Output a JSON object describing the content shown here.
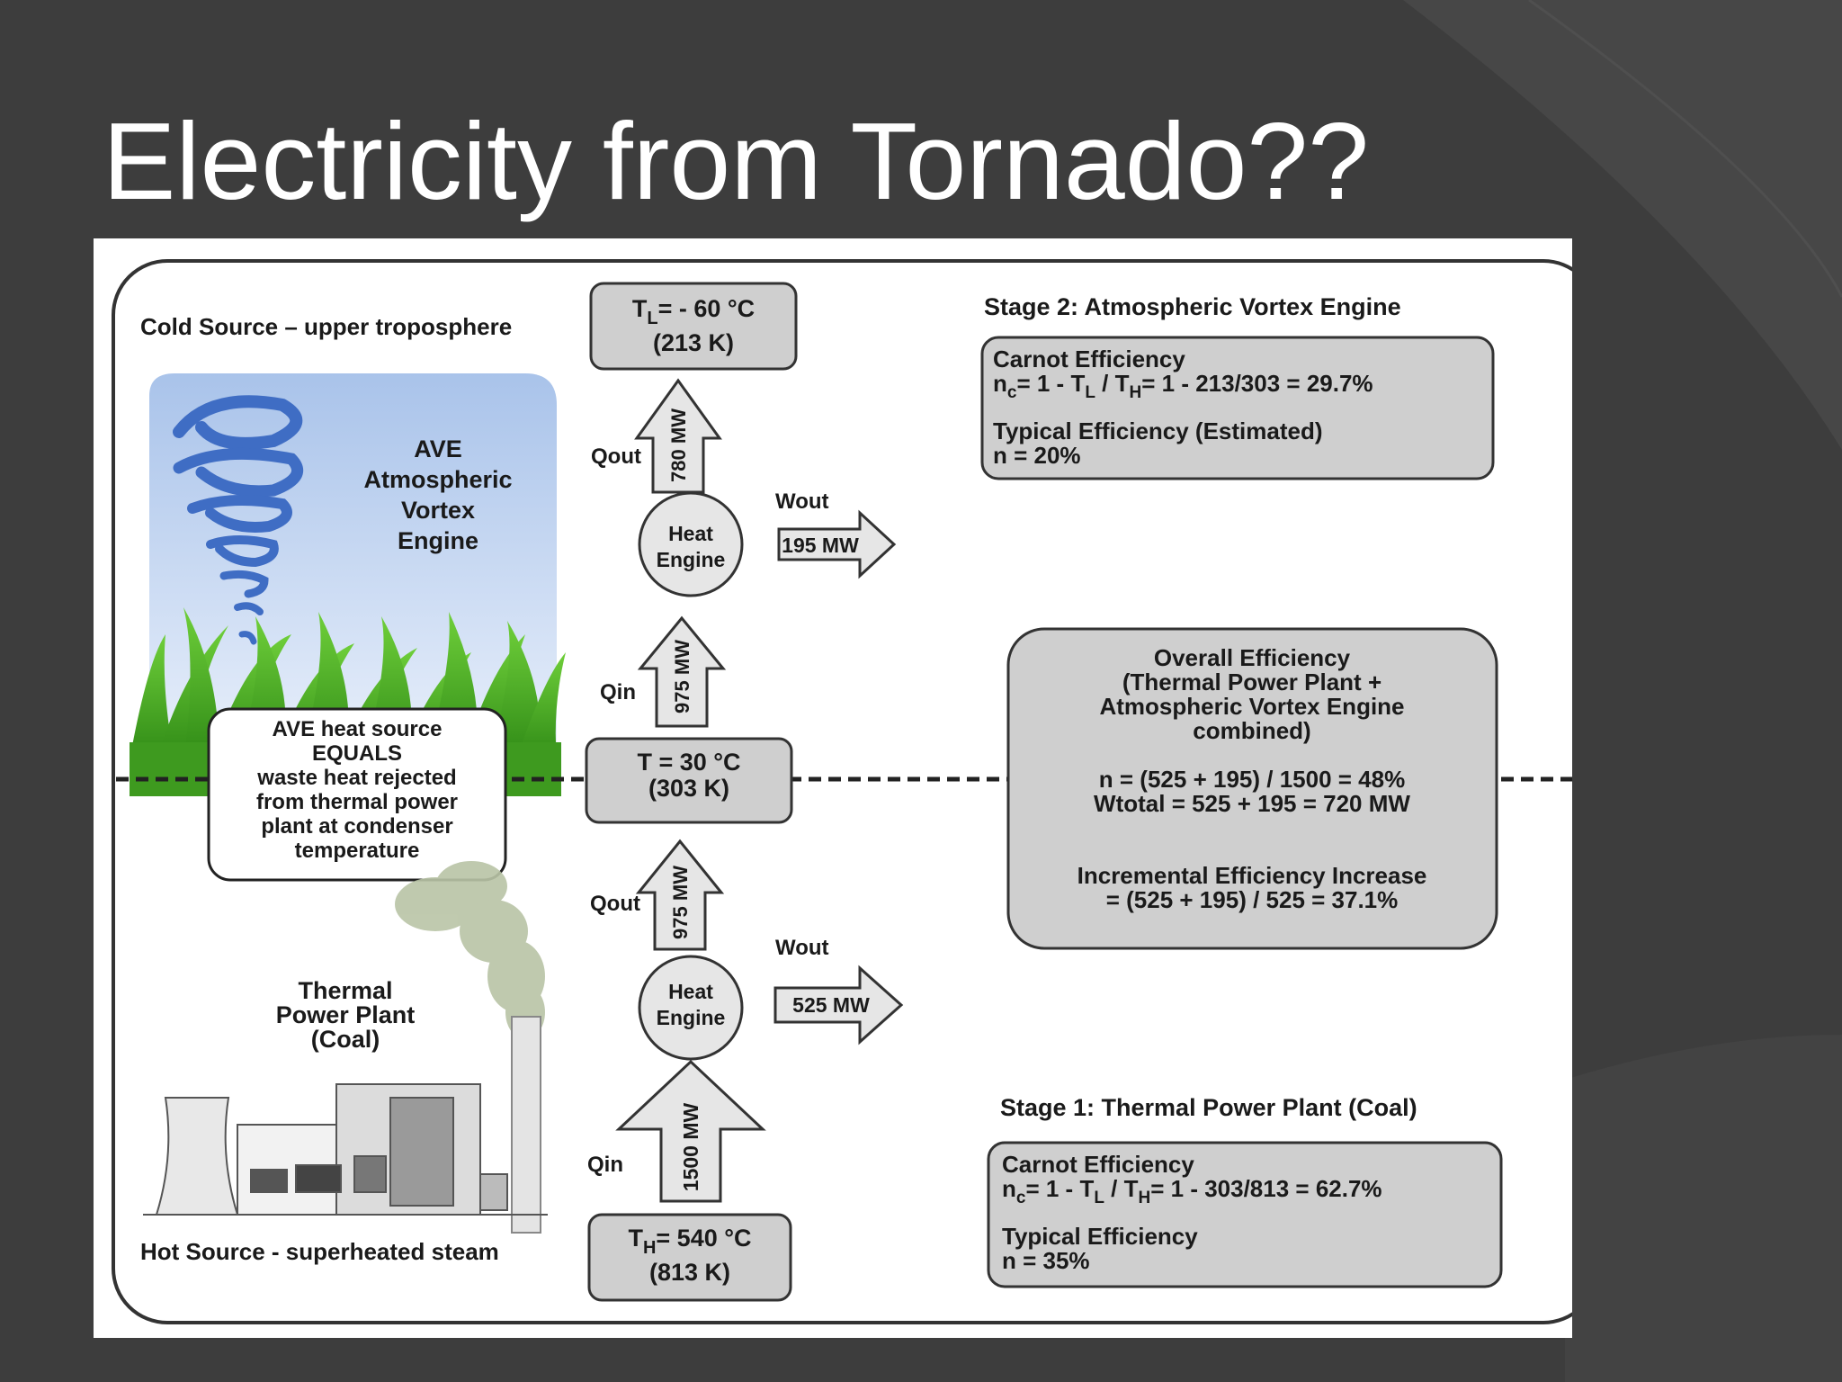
{
  "slide": {
    "title": "Electricity from Tornado??"
  },
  "diagram": {
    "cold_source_label": "Cold Source – upper troposphere",
    "hot_source_label": "Hot Source - superheated steam",
    "ave_label": [
      "AVE",
      "Atmospheric",
      "Vortex",
      "Engine"
    ],
    "thermal_plant_label": [
      "Thermal",
      "Power Plant",
      "(Coal)"
    ],
    "heat_source_note": [
      "AVE heat source",
      "EQUALS",
      "waste heat rejected",
      "from thermal power",
      "plant at condenser",
      "temperature"
    ],
    "temp_cold": {
      "symbol": "T",
      "sub": "L",
      "rest": "= - 60 °C",
      "kelvin": "(213 K)"
    },
    "temp_mid": {
      "line1": "T = 30 °C",
      "line2": "(303 K)"
    },
    "temp_hot": {
      "symbol": "T",
      "sub": "H",
      "rest": "= 540 °C",
      "kelvin": "(813 K)"
    },
    "stage2": {
      "qout_label": "Qout",
      "qout_value": "780 MW",
      "qin_label": "Qin",
      "qin_value": "975 MW",
      "engine_line1": "Heat",
      "engine_line2": "Engine",
      "wout_label": "Wout",
      "wout_value": "195 MW"
    },
    "stage1": {
      "qout_label": "Qout",
      "qout_value": "975 MW",
      "qin_label": "Qin",
      "qin_value": "1500 MW",
      "engine_line1": "Heat",
      "engine_line2": "Engine",
      "wout_label": "Wout",
      "wout_value": "525 MW"
    },
    "stage2_panel": {
      "heading": "Stage 2: Atmospheric Vortex Engine",
      "carnot_title": "Carnot Efficiency",
      "carnot_formula": "nc= 1 - TL / TH= 1 - 213/303 = 29.7%",
      "typical_title": "Typical Efficiency (Estimated)",
      "typical_value": "n = 20%"
    },
    "overall_panel": {
      "lines": [
        "Overall Efficiency",
        "(Thermal Power Plant +",
        "Atmospheric Vortex Engine",
        "combined)"
      ],
      "efficiency": "n = (525 + 195) / 1500 = 48%",
      "wtotal": "Wtotal = 525 + 195 = 720 MW",
      "incremental_title": "Incremental Efficiency Increase",
      "incremental_value": "= (525 + 195) / 525 = 37.1%"
    },
    "stage1_panel": {
      "heading": "Stage 1: Thermal Power Plant (Coal)",
      "carnot_title": "Carnot Efficiency",
      "carnot_formula": "nc= 1 - TL / TH= 1 - 303/813 = 62.7%",
      "typical_title": "Typical Efficiency",
      "typical_value": "n = 35%"
    }
  }
}
